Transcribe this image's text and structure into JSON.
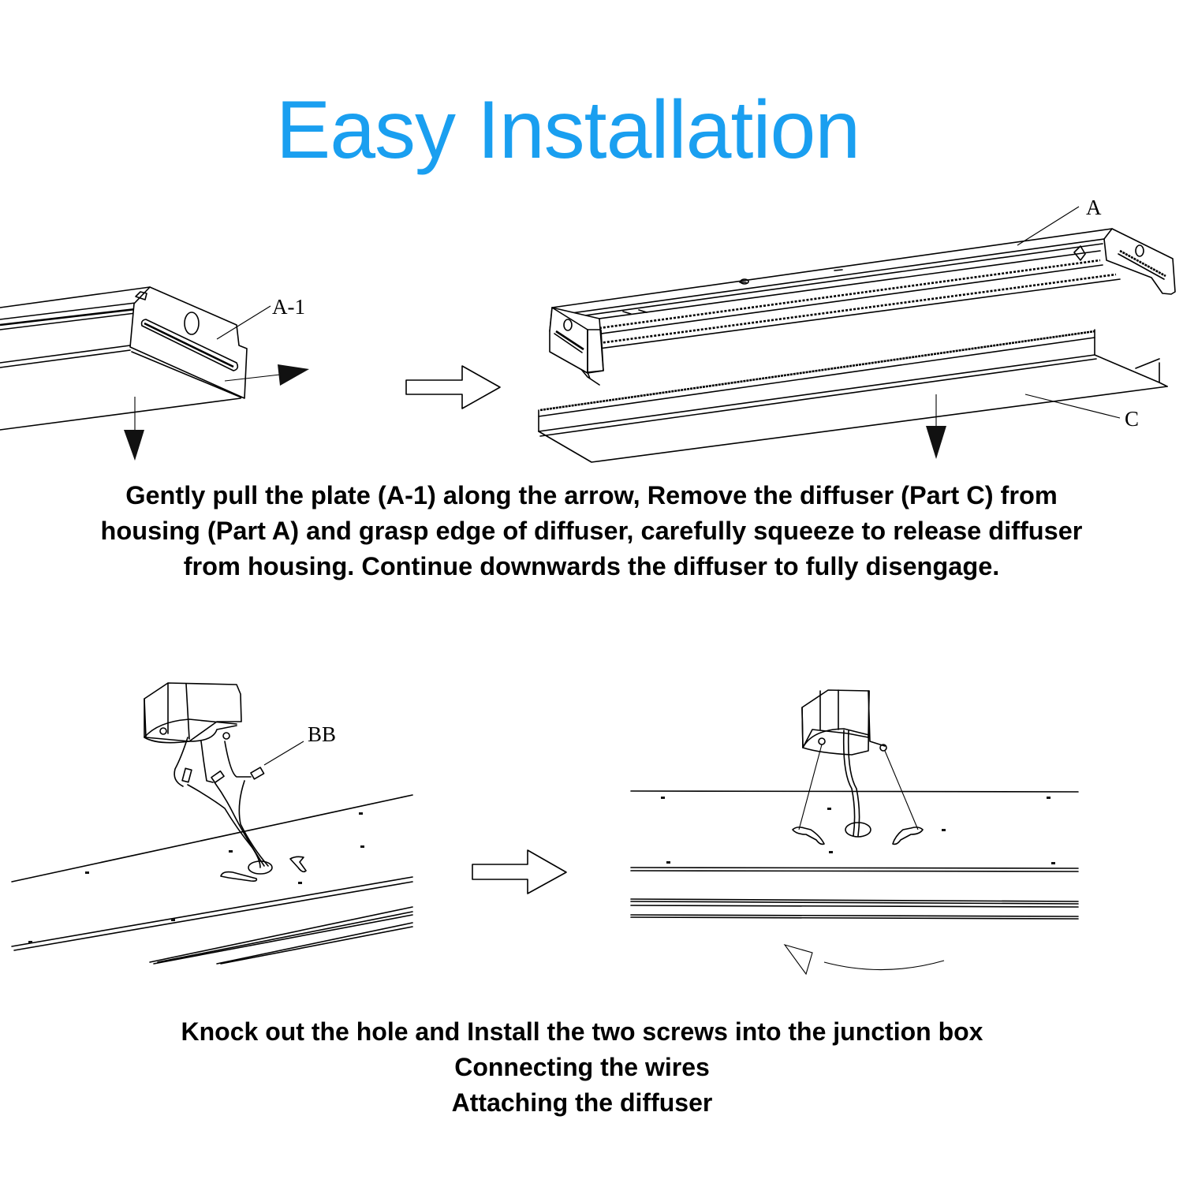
{
  "header": {
    "title": "Easy Installation",
    "title_color": "#1a9ff0"
  },
  "step1": {
    "labels": {
      "plate": "A-1",
      "housing": "A",
      "diffuser": "C"
    },
    "caption_lines": [
      "Gently pull the plate (A-1) along the arrow, Remove the diffuser (Part C) from",
      "housing (Part A) and grasp edge of diffuser, carefully squeeze to release diffuser",
      "from housing. Continue downwards the diffuser to fully disengage."
    ]
  },
  "step2": {
    "labels": {
      "wire_connector": "BB"
    },
    "caption_lines": [
      "Knock out the hole and Install the two screws into the junction box",
      "Connecting the wires",
      "Attaching the diffuser"
    ]
  },
  "icons": {
    "next_arrow": "hollow-right-arrow",
    "pull_arrow": "solid-right-arrow",
    "down_arrow": "solid-down-arrow",
    "rotate_arrow": "curved-counterclockwise-arrow"
  }
}
